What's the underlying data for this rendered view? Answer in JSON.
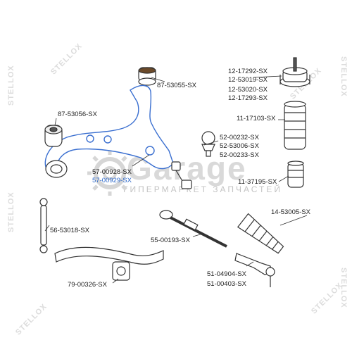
{
  "watermark": {
    "brand": "STELLOX",
    "logo_text": "Garage",
    "logo_subtitle": "ГИПЕРМАРКЕТ ЗАПЧАСТЕЙ"
  },
  "part_labels": {
    "bushing_top": "87-53055-SX",
    "bushing_side": "87-53056-SX",
    "control_arm_1": "57-00928-SX",
    "control_arm_2": "57-00929-SX",
    "strut_mount_1": "12-17292-SX",
    "strut_mount_2": "12-53019-SX",
    "strut_mount_3": "12-53020-SX",
    "strut_mount_4": "12-17293-SX",
    "dust_boot": "11-17103-SX",
    "ball_joint_1": "52-00232-SX",
    "ball_joint_2": "52-53006-SX",
    "ball_joint_3": "52-00233-SX",
    "bump_stop": "11-37195-SX",
    "steering_boot": "14-53005-SX",
    "stabilizer_link": "56-53018-SX",
    "tie_rod_axial": "55-00193-SX",
    "tie_rod_end_1": "51-04904-SX",
    "tie_rod_end_2": "51-00403-SX",
    "stabilizer_bushing": "79-00326-SX"
  },
  "colors": {
    "label_text": "#222222",
    "highlight_text": "#2a66c9",
    "part_stroke": "#333333",
    "watermark": "#d9d9d9"
  }
}
